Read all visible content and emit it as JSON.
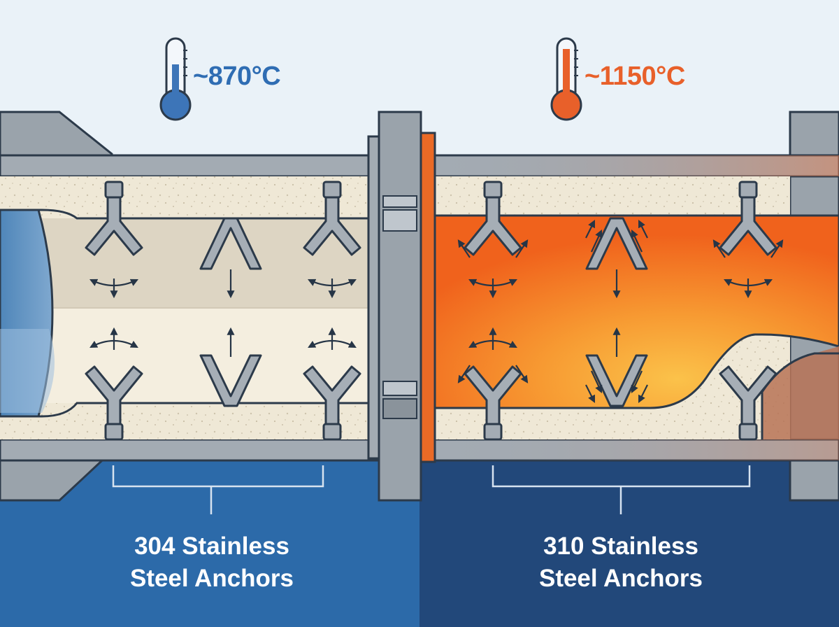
{
  "left_panel": {
    "temperature": "~870°C",
    "caption_line1": "304 Stainless",
    "caption_line2": "Steel Anchors",
    "accent_color": "#2f6db3",
    "thermometer_color": "#3d75b8"
  },
  "right_panel": {
    "temperature": "~1150°C",
    "caption_line1": "310 Stainless",
    "caption_line2": "Steel Anchors",
    "accent_color": "#e8602a",
    "thermometer_color": "#e8602a"
  },
  "colors": {
    "steel": "#9aa3ab",
    "refractory": "#efe8d6",
    "cold_blue": "#2e6aa8",
    "hot_orange": "#f26a1f"
  },
  "icons": [
    "thermometer-icon",
    "flange-icon",
    "expansion-arrow-icon"
  ]
}
